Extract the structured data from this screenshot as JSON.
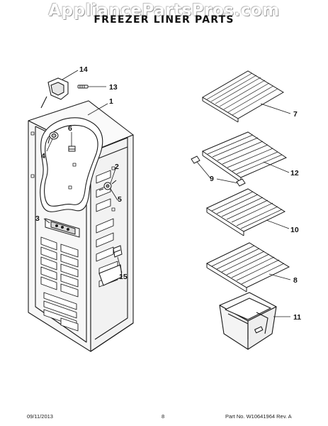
{
  "watermark": "AppliancePartsPros.com",
  "title": "FREEZER LINER PARTS",
  "callouts": [
    {
      "id": "14",
      "label": "14"
    },
    {
      "id": "13",
      "label": "13"
    },
    {
      "id": "1",
      "label": "1"
    },
    {
      "id": "6",
      "label": "6"
    },
    {
      "id": "4",
      "label": "4"
    },
    {
      "id": "2",
      "label": "2"
    },
    {
      "id": "5",
      "label": "5"
    },
    {
      "id": "3",
      "label": "3"
    },
    {
      "id": "15",
      "label": "15"
    },
    {
      "id": "7",
      "label": "7"
    },
    {
      "id": "12",
      "label": "12"
    },
    {
      "id": "9",
      "label": "9"
    },
    {
      "id": "10",
      "label": "10"
    },
    {
      "id": "8",
      "label": "8"
    },
    {
      "id": "11",
      "label": "11"
    }
  ],
  "footer": {
    "date": "09/11/2013",
    "page": "8",
    "part_number": "Part No.  W10641964  Rev.  A"
  }
}
